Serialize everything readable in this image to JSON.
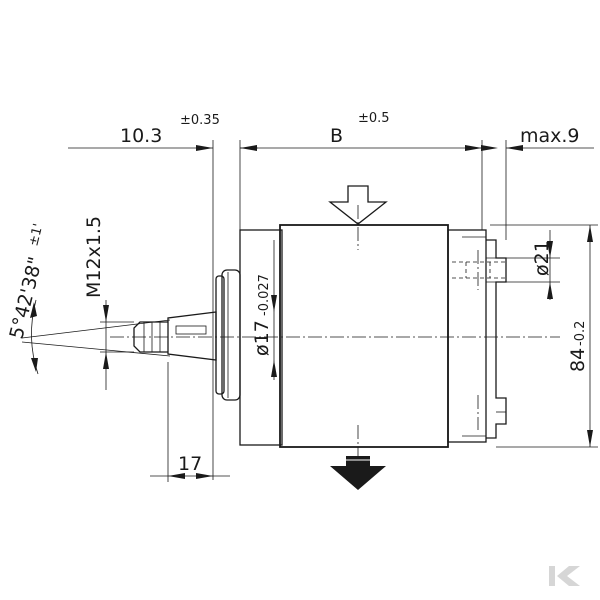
{
  "drawing": {
    "dimensions": {
      "shaft_offset": "10.3",
      "shaft_offset_tol": "±0.35",
      "body_length": "B",
      "body_length_tol": "±0.5",
      "rear_max": "max.9",
      "port_diameter": "ø21",
      "height": "84",
      "height_tol": "-0.2",
      "shaft_diameter": "ø17",
      "shaft_diameter_tol": "-0.027",
      "thread": "M12x1.5",
      "taper_angle": "5°42'38\"",
      "taper_angle_tol": "±1'",
      "shaft_length": "17"
    },
    "icons": {
      "inlet": "outline-arrow-down-icon",
      "outlet": "solid-arrow-down-icon",
      "brand": "k-logo-icon"
    },
    "colors": {
      "line": "#1a1a1a",
      "logo": "#d6d6d6"
    }
  }
}
